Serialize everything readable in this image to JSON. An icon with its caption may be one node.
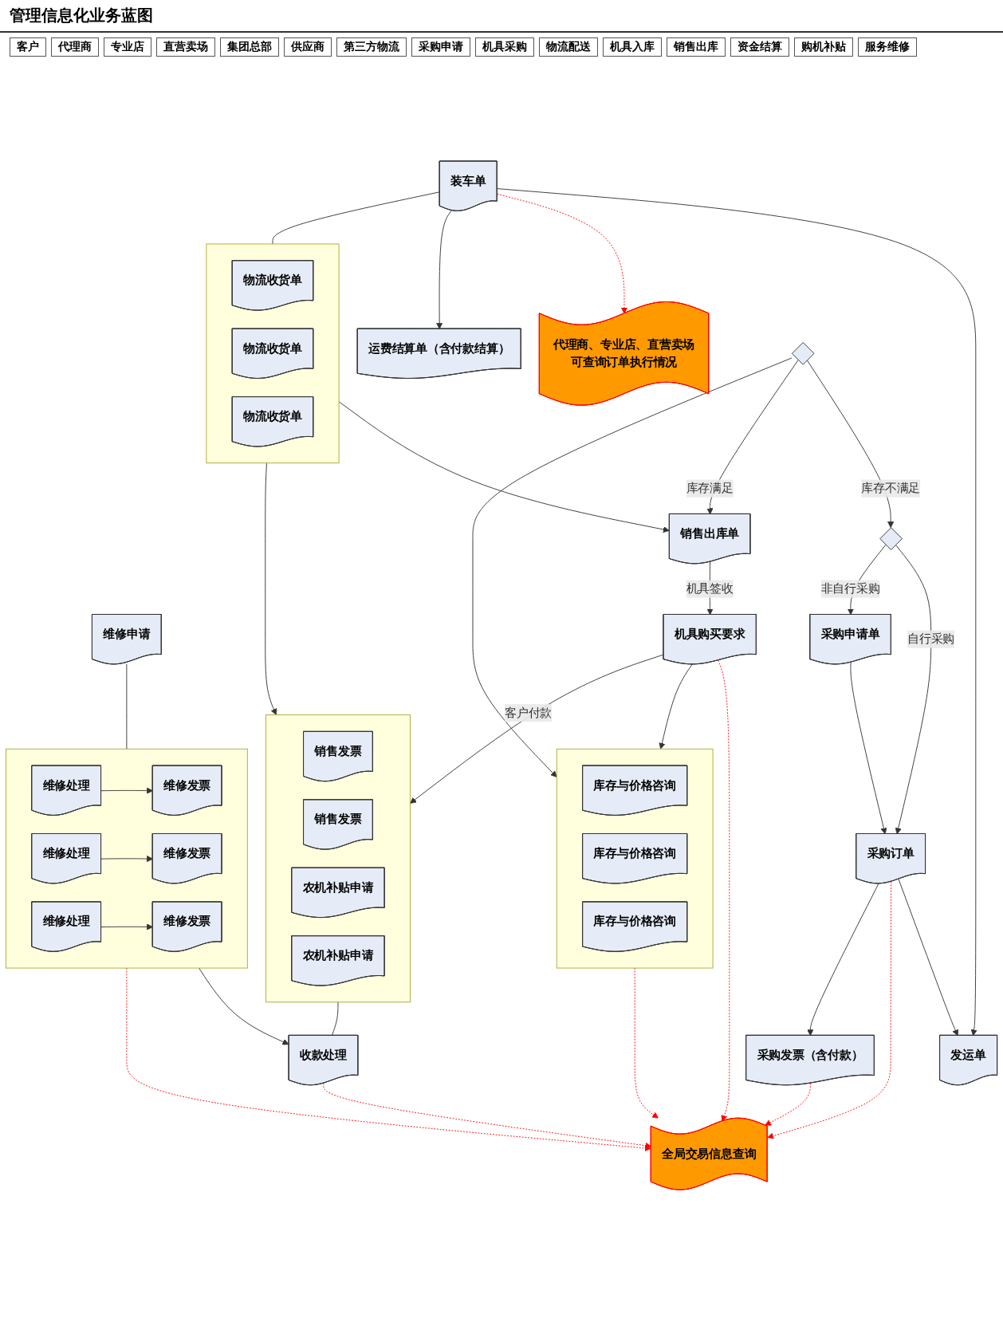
{
  "diagram": {
    "title": "管理信息化业务蓝图",
    "nodes": [
      {
        "text": [
          "机具购买要求"
        ]
      },
      {
        "text": [],
        "shape": "box"
      },
      {
        "text": [
          "库存与价格咨询"
        ],
        "in": 1
      },
      {
        "text": [
          "库存与价格咨询"
        ],
        "in": 1
      },
      {
        "text": [
          "库存与价格咨询"
        ],
        "in": 1
      },
      {
        "text": [
          "全局交易信息查询"
        ]
      },
      {
        "text": [],
        "shape": "diamond"
      },
      {
        "text": [],
        "shape": "diamond"
      },
      {
        "text": [
          "采购申请单"
        ]
      },
      {
        "text": [
          "采购订单"
        ]
      },
      {
        "text": [
          "发运单"
        ]
      },
      {
        "text": [
          "代理商、专业店、直营卖场可查询订单执行情况"
        ]
      },
      {
        "text": [
          "装车单"
        ]
      },
      {
        "text": [],
        "shape": "box"
      },
      {
        "text": [
          "物流收货单"
        ],
        "in": 13
      },
      {
        "text": [
          "物流收货单"
        ],
        "in": 13
      },
      {
        "text": [
          "物流收货单"
        ],
        "in": 13
      },
      {
        "text": [
          "销售出库单"
        ]
      },
      {
        "text": [],
        "shape": "box"
      },
      {
        "text": [
          "销售发票"
        ],
        "in": 18
      },
      {
        "text": [
          "销售发票"
        ],
        "in": 18
      },
      {
        "text": [
          "农机补贴申请"
        ],
        "in": 18
      },
      {
        "text": [
          "农机补贴申请"
        ],
        "in": 18
      },
      {
        "text": [
          "收款处理"
        ]
      },
      {
        "text": [
          "采购发票（含付款）"
        ]
      },
      {
        "text": [
          "运费结算单（含付款结算）"
        ]
      },
      {
        "text": [
          "维修申请"
        ]
      },
      {
        "text": [],
        "shape": "box"
      },
      {
        "text": [
          "维修发票"
        ],
        "in": 27
      },
      {
        "text": [
          "维修发票"
        ],
        "in": 27
      },
      {
        "text": [
          "维修发票"
        ],
        "in": 27
      },
      {
        "text": [
          "维修处理"
        ],
        "in": 27
      },
      {
        "text": [
          "维修处理"
        ],
        "in": 27
      },
      {
        "text": [
          "维修处理"
        ],
        "in": 27
      }
    ],
    "edges": [
      {
        "from": 0,
        "to": 1,
        "arrow": "to"
      },
      {
        "from": 0,
        "to": 5,
        "arrow": "to",
        "style": "dashed",
        "color": "#ff0000"
      },
      {
        "from": 1,
        "to": 5,
        "arrow": "to",
        "style": "dashed",
        "color": "#ff0000"
      },
      {
        "from": 6,
        "to": 1,
        "arrow": "to"
      },
      {
        "from": 6,
        "to": 7,
        "arrow": "to",
        "label": "库存不满足"
      },
      {
        "from": 6,
        "to": 17,
        "arrow": "to",
        "label": "库存满足"
      },
      {
        "from": 7,
        "to": 9,
        "arrow": "to",
        "label": "自行采购"
      },
      {
        "from": 7,
        "to": 8,
        "arrow": "to",
        "label": "非自行采购"
      },
      {
        "from": 8,
        "to": 9,
        "arrow": "to"
      },
      {
        "from": 9,
        "to": 10,
        "arrow": "to"
      },
      {
        "from": 9,
        "to": 5,
        "arrow": "to",
        "style": "dashed",
        "color": "#ff0000"
      },
      {
        "from": 9,
        "to": 24,
        "arrow": "to"
      },
      {
        "from": 12,
        "to": 10,
        "arrow": "to"
      },
      {
        "from": 12,
        "to": 11,
        "arrow": "to",
        "style": "dashed",
        "color": "#ff0000"
      },
      {
        "from": 12,
        "to": 13,
        "arrow": "none"
      },
      {
        "from": 12,
        "to": 25,
        "arrow": "to"
      },
      {
        "from": 13,
        "to": 17,
        "arrow": "to"
      },
      {
        "from": 13,
        "to": 18,
        "arrow": "to"
      },
      {
        "from": 17,
        "to": 0,
        "arrow": "to",
        "label": "机具签收"
      },
      {
        "from": 0,
        "to": 18,
        "arrow": "to",
        "label": "客户付款"
      },
      {
        "from": 18,
        "to": 23,
        "arrow": "none"
      },
      {
        "from": 26,
        "to": 27,
        "arrow": "none"
      },
      {
        "from": 31,
        "to": 28,
        "arrow": "to"
      },
      {
        "from": 32,
        "to": 29,
        "arrow": "to"
      },
      {
        "from": 33,
        "to": 30,
        "arrow": "to"
      },
      {
        "from": 27,
        "to": 23,
        "arrow": "to"
      },
      {
        "from": 23,
        "to": 5,
        "arrow": "to",
        "style": "dashed",
        "color": "#ff0000"
      },
      {
        "from": 24,
        "to": 5,
        "arrow": "to",
        "style": "dashed",
        "color": "#ff0000"
      },
      {
        "from": 27,
        "to": 5,
        "arrow": "to",
        "style": "dashed",
        "color": "#ff0000"
      }
    ],
    "labels": [
      "客户",
      "代理商",
      "专业店",
      "直营卖场",
      "集团总部",
      "供应商",
      "第三方物流",
      "采购申请",
      "机具采购",
      "物流配送",
      "机具入库",
      "销售出库",
      "资金结算",
      "购机补贴",
      "服务维修"
    ]
  }
}
